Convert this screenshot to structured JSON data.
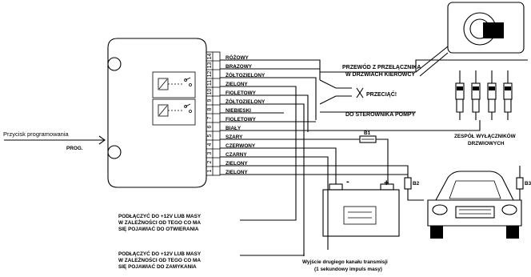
{
  "programming_button": {
    "label": "Przycisk programowania",
    "sublabel": "PROG."
  },
  "pins": [
    "14",
    "13",
    "12",
    "11",
    "10",
    "9",
    "8",
    "7",
    "6",
    "5",
    "4",
    "3",
    "2",
    "1"
  ],
  "wires": [
    {
      "pin": "14",
      "label": "RÓŻOWY"
    },
    {
      "pin": "13",
      "label": "BRĄZOWY"
    },
    {
      "pin": "12",
      "label": "ŻÓŁTOZIELONY"
    },
    {
      "pin": "11",
      "label": "ZIELONY"
    },
    {
      "pin": "10",
      "label": "FIOLETOWY"
    },
    {
      "pin": "9",
      "label": "ŻÓŁTOZIELONY"
    },
    {
      "pin": "8",
      "label": "NIEBIESKI"
    },
    {
      "pin": "7",
      "label": "FIOLETOWY"
    },
    {
      "pin": "6",
      "label": "BIAŁY"
    },
    {
      "pin": "5",
      "label": "SZARY"
    },
    {
      "pin": "4",
      "label": "CZERWONY"
    },
    {
      "pin": "3",
      "label": "CZARNY"
    },
    {
      "pin": "2",
      "label": "ZIELONY"
    },
    {
      "pin": "1",
      "label": "ZIELONY"
    }
  ],
  "door_switch_wire": {
    "line1": "PRZEWÓD Z PRZEŁĄCZNIKA",
    "line2": "W DRZWIACH KIEROWCY"
  },
  "cut_label": "PRZECIĄĆ!",
  "pump_controller": "DO STEROWNIKA POMPY",
  "switch_group": {
    "line1": "ZESPÓŁ WYŁĄCZNIKÓW",
    "line2": "DRZWIOWYCH"
  },
  "fuses": {
    "b1": "B1",
    "b2": "B2",
    "b3": "B3"
  },
  "battery": {
    "minus": "-",
    "plus": "+"
  },
  "open_note": {
    "line1": "PODŁĄCZYĆ DO +12V LUB MASY",
    "line2": "W ZALEŻNOŚCI OD TEGO CO MA",
    "line3": "SIĘ POJAWIAĆ DO OTWIERANIA"
  },
  "close_note": {
    "line1": "PODŁĄCZYĆ DO +12V LUB MASY",
    "line2": "W ZALEŻNOŚCI OD TEGO CO MA",
    "line3": "SIĘ POJAWIAĆ DO ZAMYKANIA"
  },
  "channel2": {
    "line1": "Wyjście drugiego kanału transmisji",
    "line2": "(1 sekundowy impuls masy)"
  }
}
